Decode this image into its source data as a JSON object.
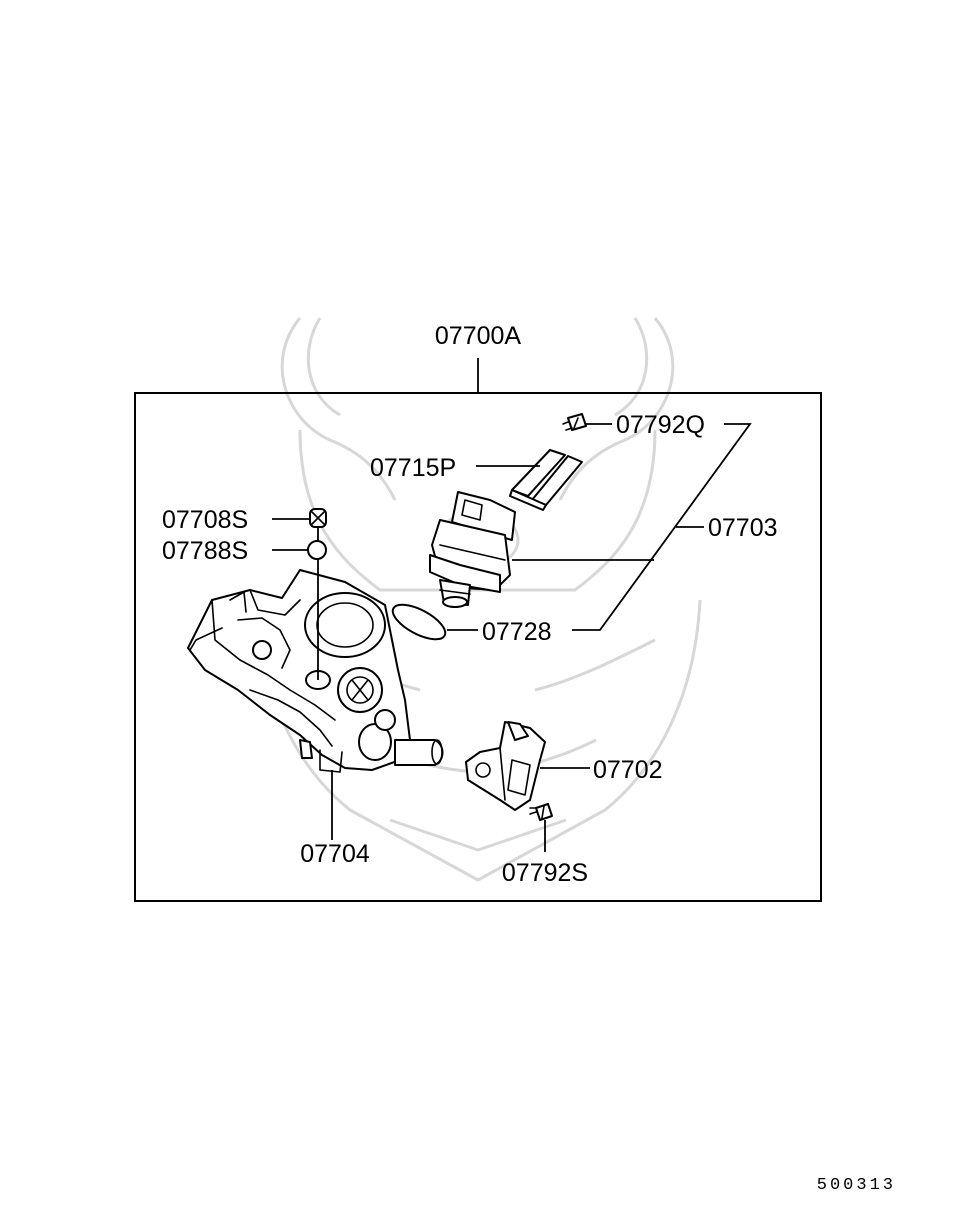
{
  "assembly_label": "07700A",
  "parts": {
    "p07792Q": "07792Q",
    "p07715P": "07715P",
    "p07703": "07703",
    "p07708S": "07708S",
    "p07788S": "07788S",
    "p07728": "07728",
    "p07702": "07702",
    "p07704": "07704",
    "p07792S": "07792S"
  },
  "diagram_code": "500313",
  "icons": {
    "watermark": "samurai-helmet-watermark",
    "throttle_body": "throttle-body-icon",
    "idle_valve": "idle-air-control-valve-icon",
    "sensor": "throttle-position-sensor-icon"
  },
  "colors": {
    "line": "#000000",
    "watermark": "#d7d7d7",
    "background": "#ffffff"
  }
}
